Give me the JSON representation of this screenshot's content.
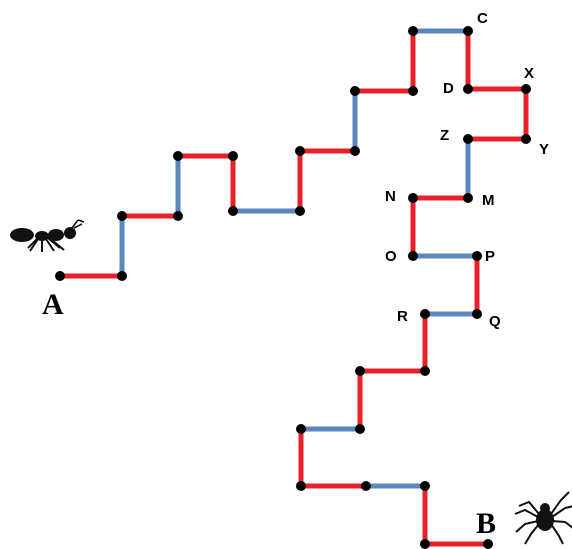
{
  "colors": {
    "red": "#e8202a",
    "blue": "#5b86c0",
    "node": "#000000"
  },
  "labels": {
    "A": "A",
    "B": "B",
    "C": "C",
    "D": "D",
    "X": "X",
    "Y": "Y",
    "Z": "Z",
    "N": "N",
    "M": "M",
    "O": "O",
    "P": "P",
    "R": "R",
    "Q": "Q"
  },
  "icons": {
    "start": "ant-icon",
    "end": "spider-icon"
  }
}
